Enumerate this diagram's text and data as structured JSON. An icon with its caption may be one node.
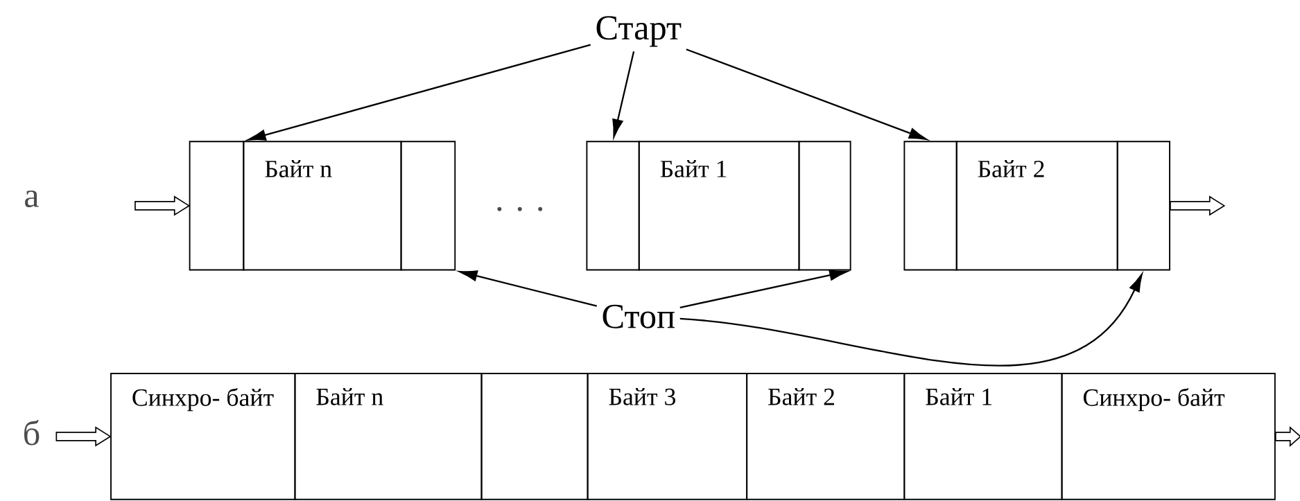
{
  "diagram": {
    "nodes": [
      {
        "text": [
          "Старт"
        ]
      },
      {
        "text": [],
        "shape": "box"
      },
      {
        "text": [
          "Байт n"
        ]
      },
      {
        "text": [],
        "shape": "box"
      },
      {
        "text": [],
        "shape": "box"
      },
      {
        "text": [
          "Байт 1"
        ]
      },
      {
        "text": [],
        "shape": "box"
      },
      {
        "text": [],
        "shape": "box"
      },
      {
        "text": [
          "Байт 2"
        ]
      },
      {
        "text": [],
        "shape": "box"
      },
      {
        "text": [
          "Стоп"
        ]
      },
      {
        "text": [
          "Синхро- байт"
        ]
      },
      {
        "text": [
          "Байт n"
        ]
      },
      {
        "text": [],
        "shape": "box"
      },
      {
        "text": [
          "Байт 3"
        ]
      },
      {
        "text": [
          "Байт 2"
        ]
      },
      {
        "text": [
          "Байт 1"
        ]
      },
      {
        "text": [
          "Синхро- байт"
        ]
      }
    ],
    "edges": [
      {
        "from": 0,
        "to": 1,
        "arrow": "to"
      },
      {
        "from": 0,
        "to": 4,
        "arrow": "to"
      },
      {
        "from": 0,
        "to": 7,
        "arrow": "to"
      },
      {
        "from": 10,
        "to": 3,
        "arrow": "to"
      },
      {
        "from": 10,
        "to": 6,
        "arrow": "to"
      },
      {
        "from": 10,
        "to": 9,
        "arrow": "to"
      },
      {
        "from": null,
        "to": 1,
        "arrow": "to",
        "style": "thick"
      },
      {
        "from": 9,
        "to": null,
        "arrow": "to",
        "style": "thick"
      },
      {
        "from": null,
        "to": 11,
        "arrow": "to",
        "style": "thick"
      },
      {
        "from": 17,
        "to": null,
        "arrow": "to",
        "style": "thick"
      }
    ],
    "labels": [
      "а",
      "· · ·",
      "б"
    ]
  }
}
